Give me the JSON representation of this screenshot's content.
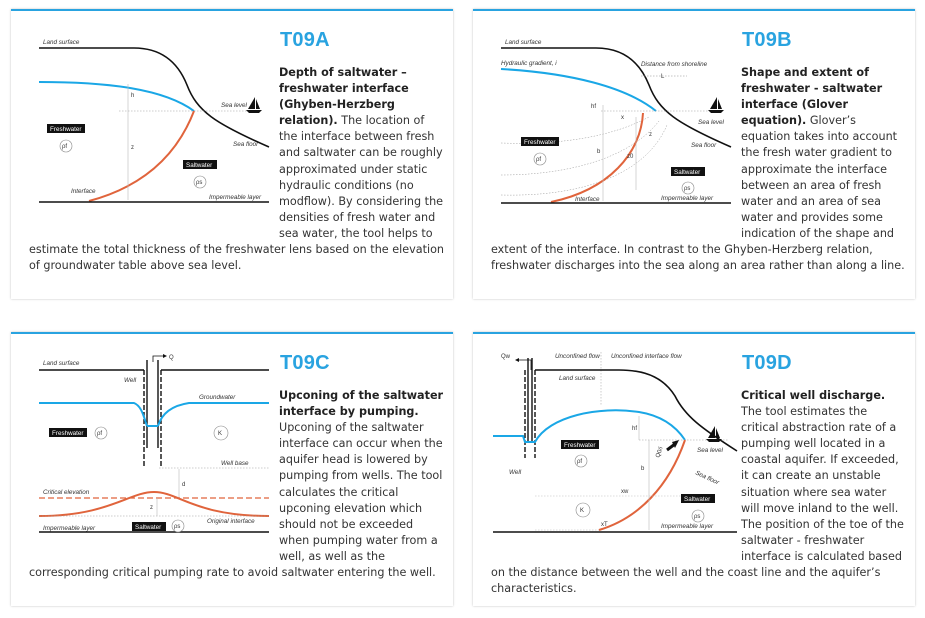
{
  "cards": [
    {
      "code": "T09A",
      "title": "Depth of saltwater – freshwater interface (Ghyben-Herzberg relation).",
      "body": " The location of the interface between fresh and saltwater can be roughly approximated under static hydraulic conditions (no modflow). By considering the densities of fresh water and sea water, the tool helps to estimate the total thickness of the freshwater lens based on the elevation of groundwater table above sea level.",
      "diagram": {
        "land_surface": "Land surface",
        "sea_level": "Sea level",
        "sea_floor": "Sea floor",
        "freshwater": "Freshwater",
        "saltwater": "Saltwater",
        "interface": "Interface",
        "impermeable": "Impermeable layer",
        "h": "h",
        "z": "z",
        "rho_f": "ρf",
        "rho_s": "ρs"
      }
    },
    {
      "code": "T09B",
      "title": "Shape and extent of freshwater - saltwater interface (Glover equation).",
      "body": " Glover’s equation takes into account the fresh water gradient to approximate the interface between an area of fresh water and an area of sea water and provides some indication of the shape and extent of the interface. In contrast to the Ghyben-Herzberg relation, freshwater discharges into the sea along an area rather than along a line.",
      "diagram": {
        "land_surface": "Land surface",
        "hydraulic_gradient": "Hydraulic gradient, i",
        "distance": "Distance from shoreline",
        "L": "L",
        "sea_level": "Sea level",
        "sea_floor": "Sea floor",
        "freshwater": "Freshwater",
        "saltwater": "Saltwater",
        "interface": "Interface",
        "impermeable": "Impermeable layer",
        "hf": "hf",
        "x": "x",
        "z": "z",
        "z0": "z0",
        "b": "b",
        "rho_f": "ρf",
        "rho_s": "ρs"
      }
    },
    {
      "code": "T09C",
      "title": "Upconing of the saltwater interface by pumping.",
      "body": " Upconing of the saltwater interface can occur when the aquifer head is lowered by pumping from wells. The tool calculates the critical upconing elevation which should not be exceeded when pumping water from a well, as well as the corresponding critical pumping rate to avoid saltwater entering the well.",
      "diagram": {
        "land_surface": "Land surface",
        "Q": "Q",
        "well": "Well",
        "groundwater": "Groundwater",
        "freshwater": "Freshwater",
        "K": "K",
        "well_base": "Well base",
        "d": "d",
        "critical_elevation": "Critical elevation",
        "z": "z",
        "original_interface": "Original interface",
        "impermeable": "Impermeable layer",
        "saltwater": "Saltwater",
        "rho_f": "ρf",
        "rho_s": "ρs"
      }
    },
    {
      "code": "T09D",
      "title": "Critical well discharge.",
      "body": " The tool estimates the critical abstraction rate of a pumping well located in a coastal aquifer. If exceeded, it can create an unstable situation where sea water will move inland to the well. The position of the toe of the saltwater - freshwater interface is calculated based on the distance between the well and the coast line and the aquifer’s characteristics.",
      "diagram": {
        "Qw": "Qw",
        "unconfined_flow": "Unconfined flow",
        "unconfined_interface_flow": "Unconfined interface flow",
        "land_surface": "Land surface",
        "sea_level": "Sea level",
        "sea_floor": "Sea floor",
        "freshwater": "Freshwater",
        "saltwater": "Saltwater",
        "well": "Well",
        "impermeable": "Impermeable layer",
        "hf": "hf",
        "b": "b",
        "xw": "xw",
        "xT": "xT",
        "K": "K",
        "Qo": "Q0/i",
        "rho_f": "ρf",
        "rho_s": "ρs"
      }
    }
  ],
  "colors": {
    "accent": "#29a3e0",
    "freshwater_table": "#1aa7e6",
    "interface": "#e0643c",
    "ink": "#111111"
  }
}
